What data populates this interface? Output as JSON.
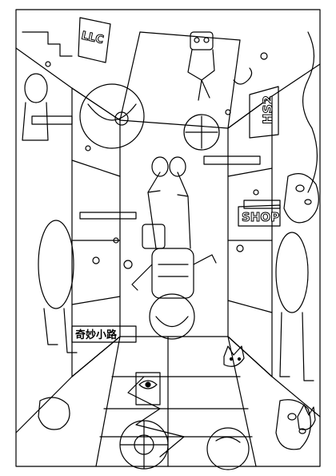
{
  "artwork": {
    "style": "black-and-white line-art coloring page",
    "ink_color": "#000000",
    "paper_color": "#ffffff"
  },
  "signs": {
    "shop": "SHOP",
    "shop_suffix": "",
    "street_cjk": "奇妙小路",
    "wall_left_top": "LLC",
    "wall_right_top": "HS2"
  },
  "icons": [
    "astronaut-figure-icon",
    "space-helmet-icon",
    "robot-icon",
    "cat-icon",
    "eye-icon",
    "ufo-icon",
    "hand-icon"
  ]
}
